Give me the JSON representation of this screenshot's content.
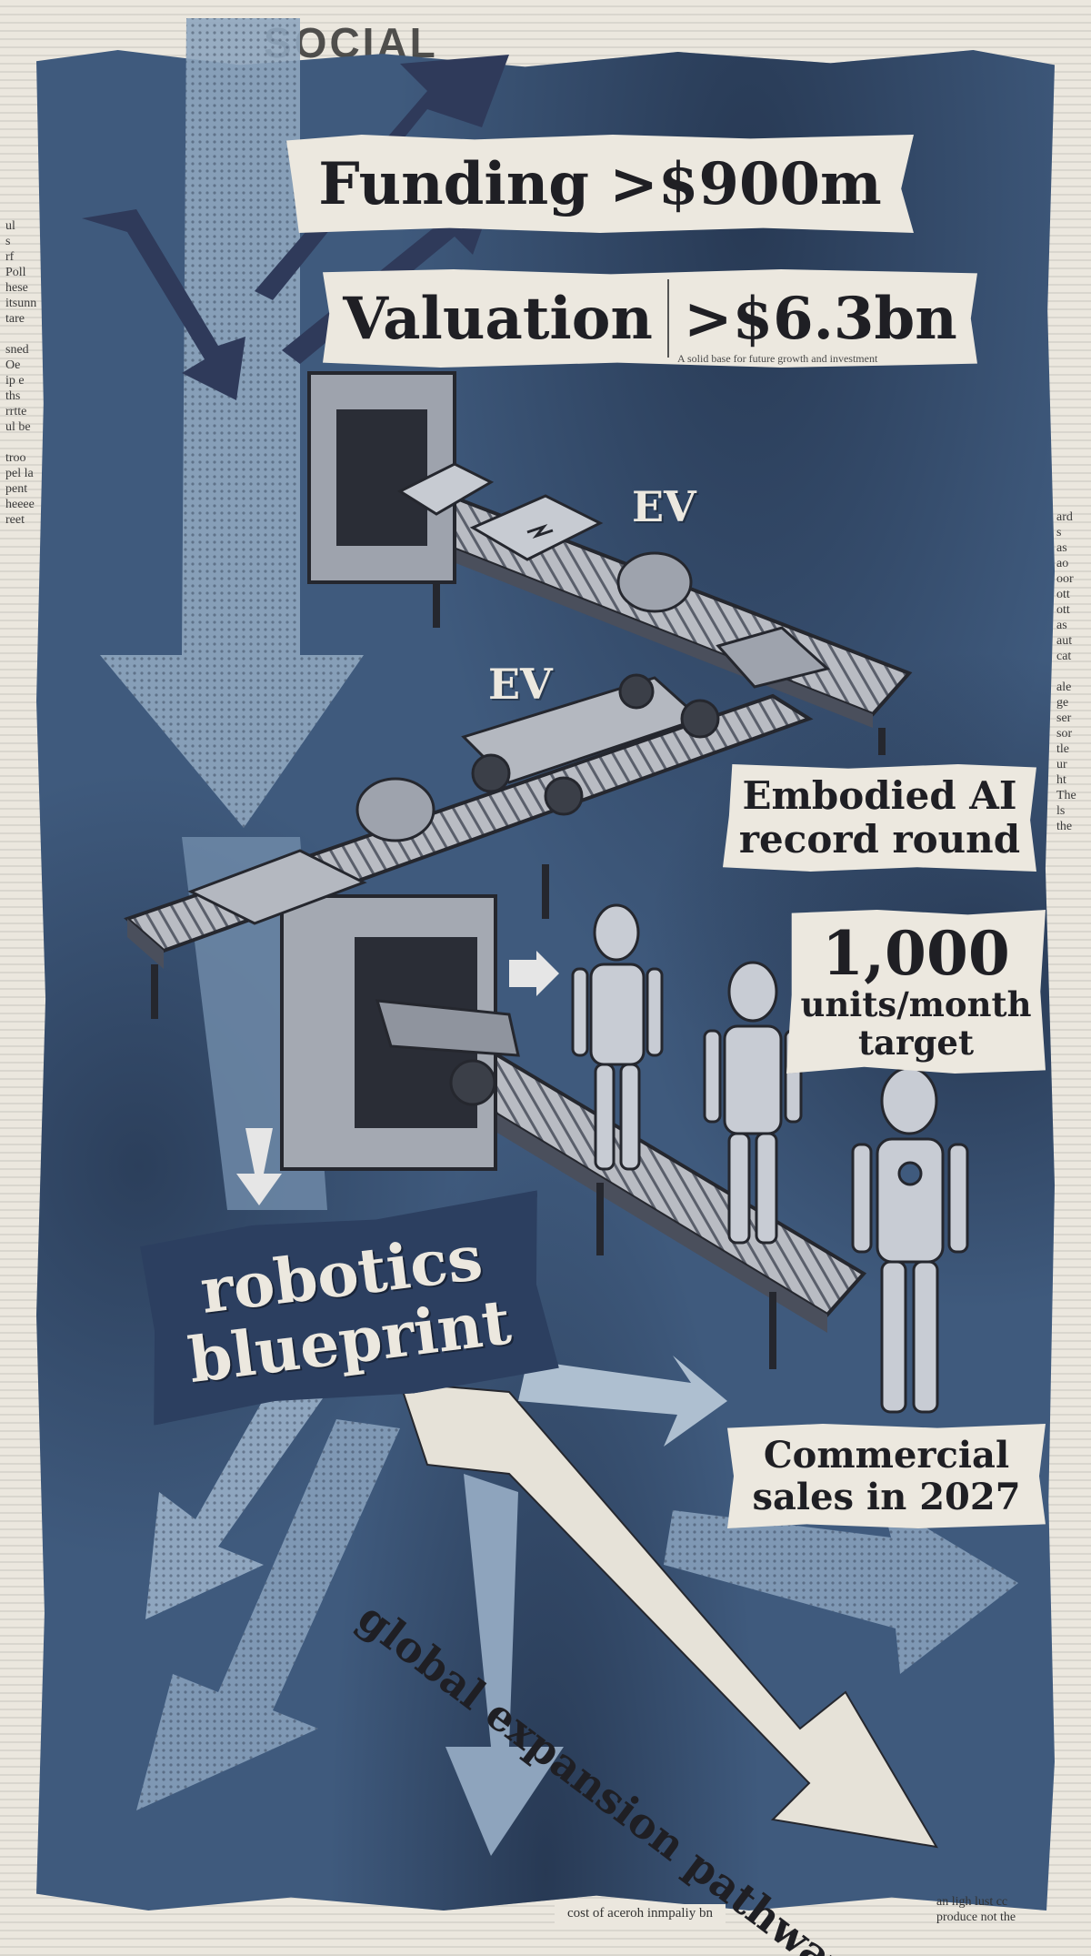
{
  "labels": {
    "funding": "Funding >$900m",
    "valuation_word": "Valuation",
    "valuation_value": ">$6.3bn",
    "valuation_caption": "A solid base for future growth and investment",
    "ev_top": "EV",
    "ev_middle": "EV",
    "embodied_line1": "Embodied AI",
    "embodied_line2": "record round",
    "units_number": "1,000",
    "units_line2": "units/month",
    "units_line3": "target",
    "robotics_line1": "robotics",
    "robotics_line2": "blueprint",
    "global": "global expansion pathways",
    "commercial_line1": "Commercial",
    "commercial_line2": "sales in 2027"
  },
  "newsprint": {
    "masthead": "SOCIAL",
    "footer": "cost of aceroh inmpaliy bn",
    "footer_right": "an ligh lust cc\nproduce not the"
  },
  "colors": {
    "panel": "#3f5a7d",
    "panel_dark": "#2c3f60",
    "paper": "#ece8df",
    "ink": "#1f1f24",
    "arrow_light": "#8fa6bf"
  }
}
